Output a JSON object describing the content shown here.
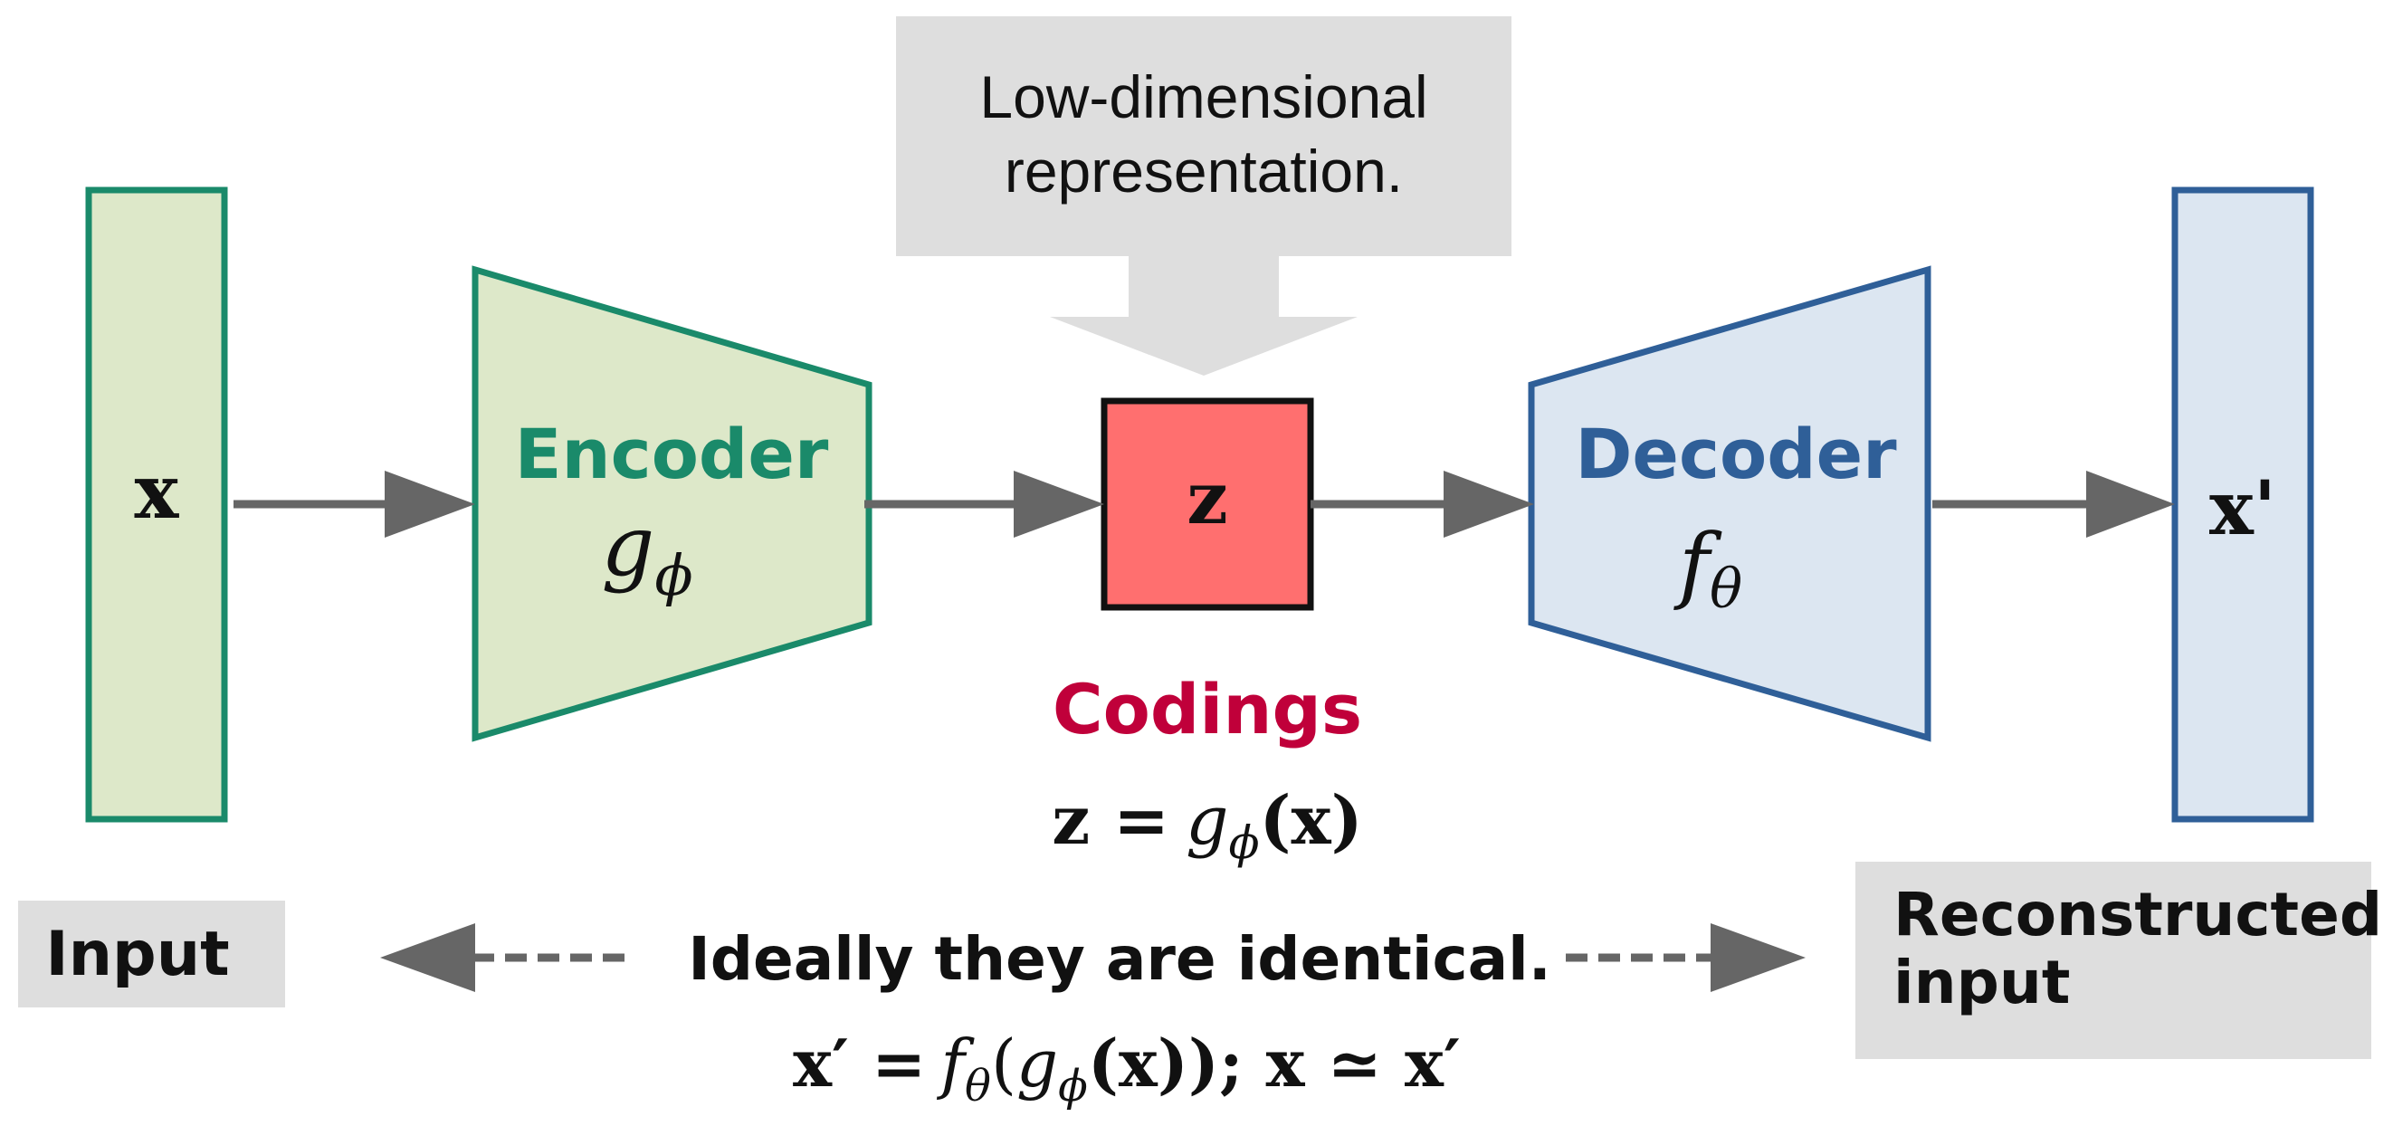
{
  "callout": {
    "line1": "Low-dimensional",
    "line2": "representation."
  },
  "input_vector": {
    "symbol": "x"
  },
  "encoder": {
    "title": "Encoder",
    "fn_letter": "g",
    "fn_sub": "ϕ"
  },
  "latent": {
    "symbol": "z"
  },
  "decoder": {
    "title": "Decoder",
    "fn_letter": "f",
    "fn_sub": "θ"
  },
  "output_vector": {
    "symbol": "x'"
  },
  "codings": {
    "title": "Codings",
    "eq_lhs": "z =",
    "eq_fn": "g",
    "eq_sub": "ϕ",
    "eq_arg": "(x)"
  },
  "labels": {
    "input": "Input",
    "reconstructed_line1": "Reconstructed",
    "reconstructed_line2": "input"
  },
  "identity": {
    "text": "Ideally they are identical.",
    "eq_p1": "x′ =",
    "eq_f": "f",
    "eq_fsub": "θ",
    "eq_p2": "(",
    "eq_g": "g",
    "eq_gsub": "ϕ",
    "eq_p3": "(x)); x ≃ x′"
  },
  "colors": {
    "green_stroke": "#1a8a6a",
    "green_fill": "#dde8c9",
    "blue_stroke": "#2f5f98",
    "blue_fill": "#dce6f1",
    "latent_fill": "#ff6f6f",
    "codings_text": "#c0003a",
    "gray_box": "#dedede",
    "arrow": "#666666"
  }
}
